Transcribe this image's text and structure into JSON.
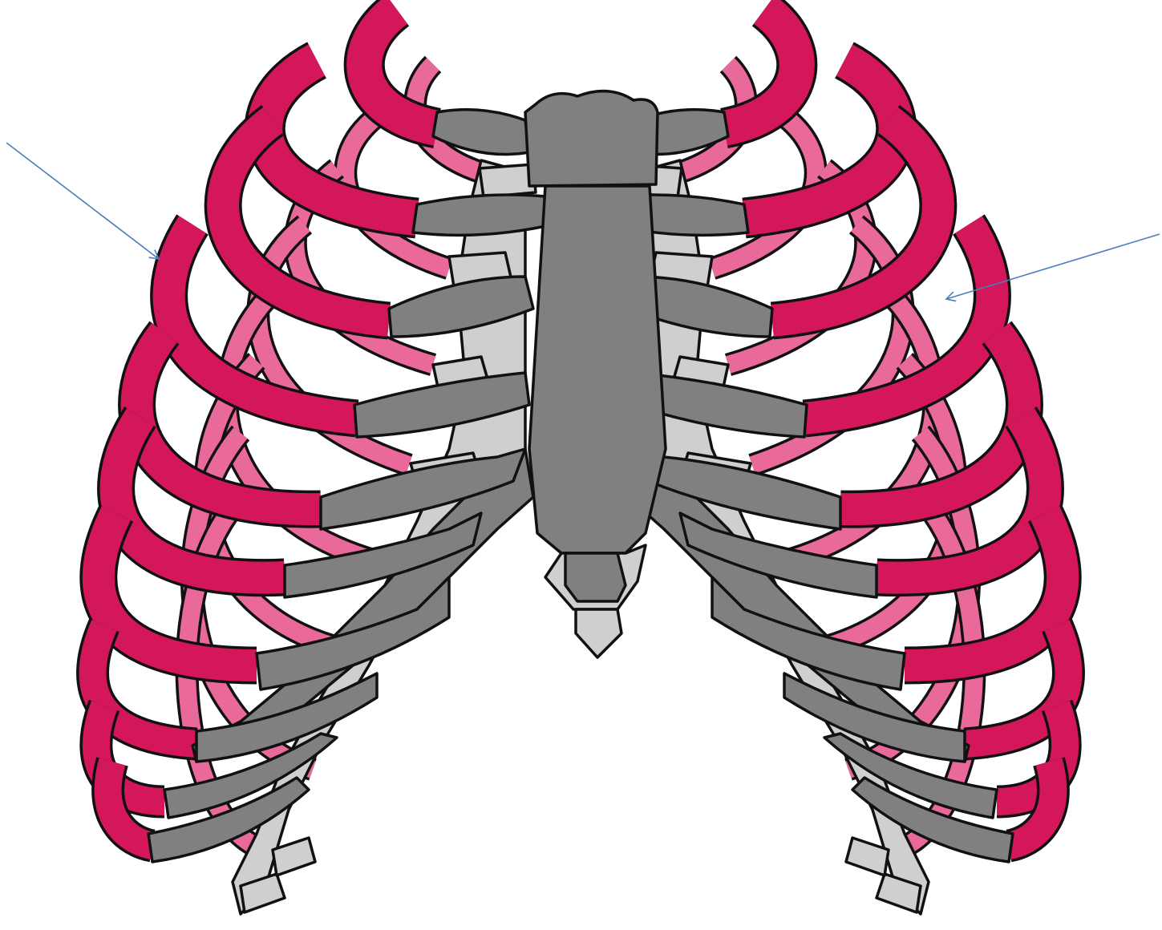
{
  "diagram": {
    "subject": "rib-cage-anterior-view",
    "labels": []
  },
  "colors": {
    "anterior_rib": "#d3175a",
    "posterior_rib": "#e8699a",
    "costal_cartilage_front": "#808080",
    "costal_cartilage_back": "#cfcfcf",
    "sternum": "#808080",
    "outline": "#111111",
    "pointer_arrow": "#4a7ebb"
  },
  "pointers": [
    {
      "name": "left-pointer-arrow",
      "points_to": "left-rib"
    },
    {
      "name": "right-pointer-arrow",
      "points_to": "right-rib"
    }
  ]
}
